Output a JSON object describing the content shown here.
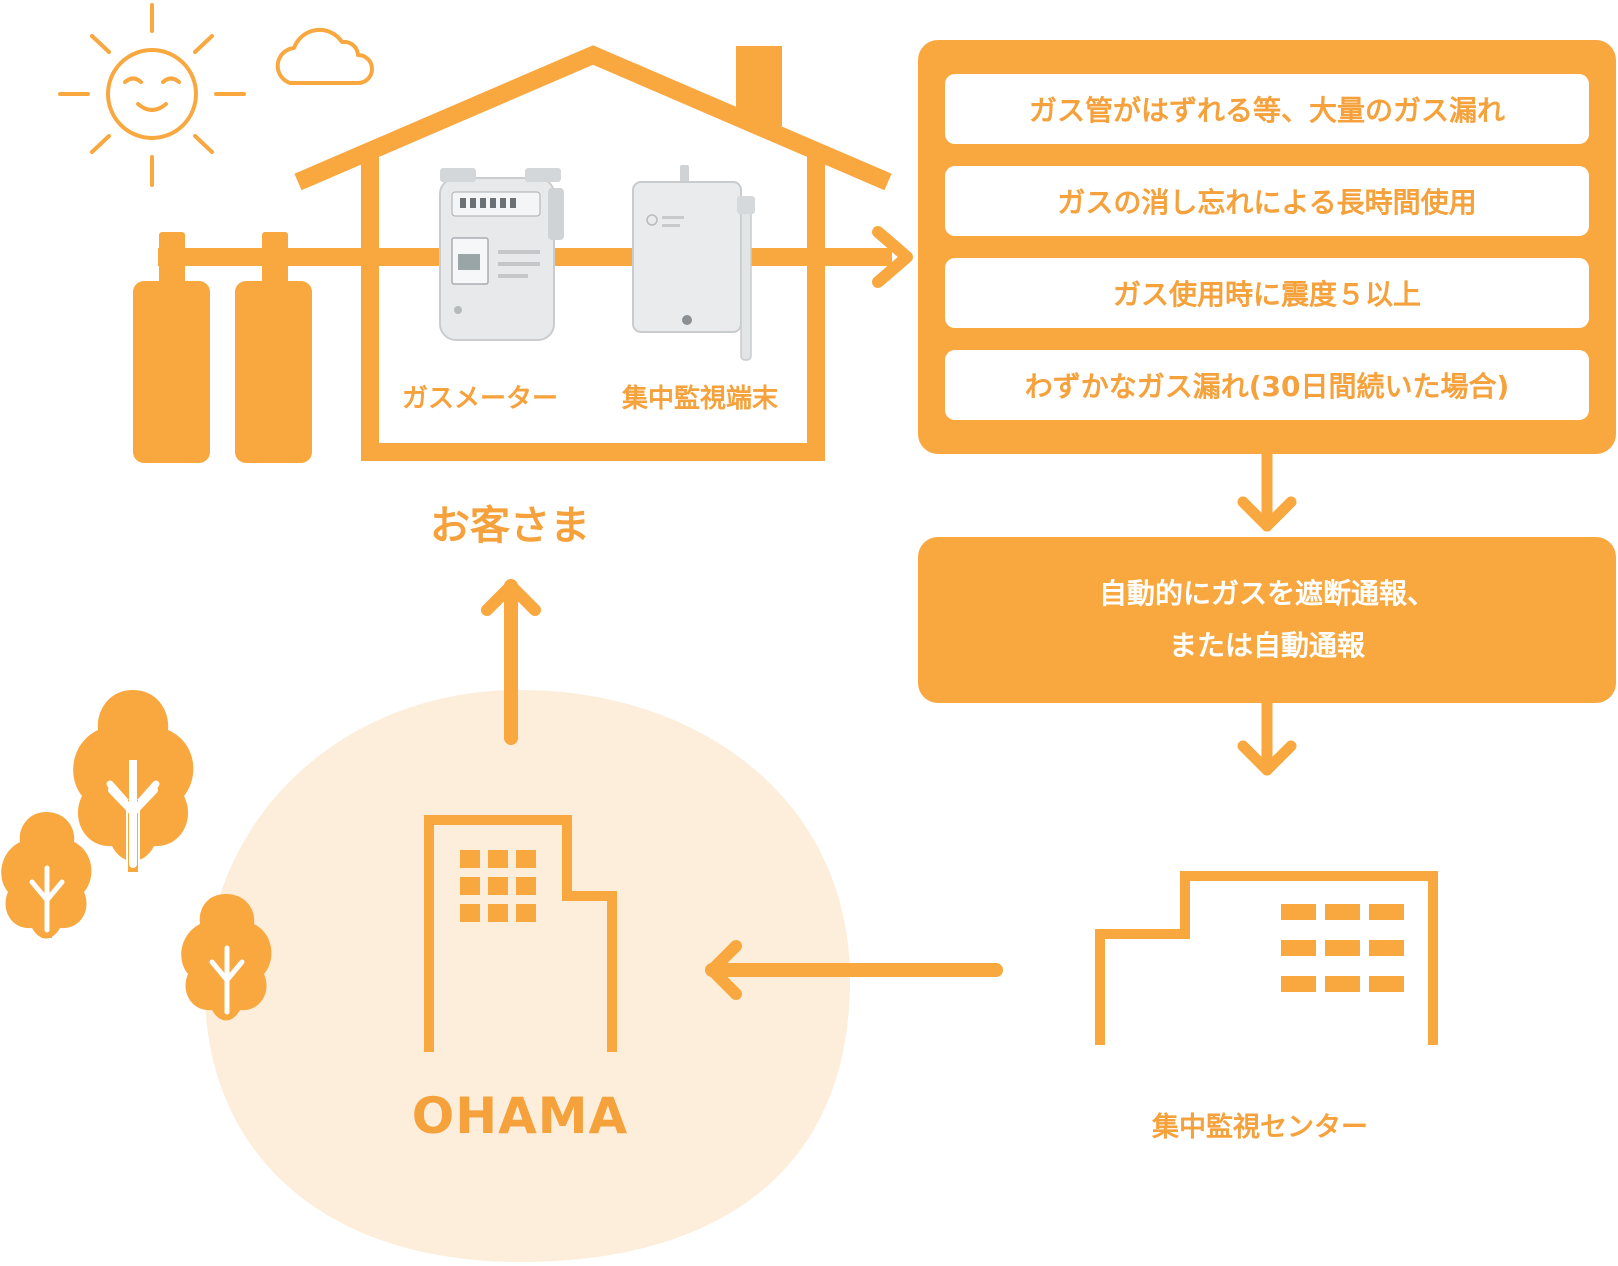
{
  "customer": {
    "label": "お客さま",
    "devices": {
      "gas_meter_label": "ガスメーター",
      "terminal_label": "集中監視端末"
    }
  },
  "conditions": [
    "ガス管がはずれる等、大量のガス漏れ",
    "ガスの消し忘れによる長時間使用",
    "ガス使用時に震度５以上",
    "わずかなガス漏れ(30日間続いた場合)"
  ],
  "action": {
    "line1": "自動的にガスを遮断通報、",
    "line2": "または自動通報"
  },
  "center": {
    "label": "集中監視センター"
  },
  "company": {
    "label": "OHAMA"
  },
  "colors": {
    "accent": "#f9a73f",
    "accent_text": "#f5a13c",
    "light_circle": "#fdeedb",
    "device_gray": "#e7e9ea"
  }
}
